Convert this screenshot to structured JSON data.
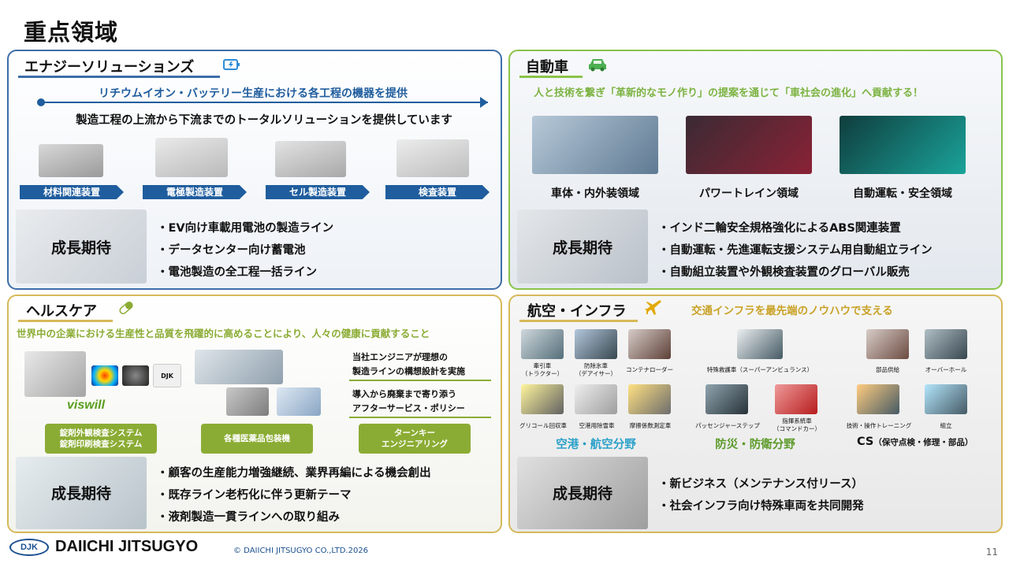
{
  "page": {
    "title": "重点領域",
    "page_number": "11"
  },
  "energy": {
    "title": "エナジーソリューションズ",
    "banner": "リチウムイオン・バッテリー生産における各工程の機器を提供",
    "subtitle": "製造工程の上流から下流までのトータルソリューションを提供しています",
    "steps": [
      "材料関連装置",
      "電極製造装置",
      "セル製造装置",
      "検査装置"
    ],
    "growth_label": "成長期待",
    "bullets": [
      "・EV向け車載用電池の製造ライン",
      "・データセンター向け蓄電池",
      "・電池製造の全工程一括ライン"
    ]
  },
  "auto": {
    "title": "自動車",
    "tagline": "人と技術を繋ぎ「革新的なモノ作り」の提案を通じて「車社会の進化」へ貢献する！",
    "domains": [
      "車体・内外装領域",
      "パワートレイン領域",
      "自動運転・安全領域"
    ],
    "growth_label": "成長期待",
    "bullets": [
      "・インド二輪安全規格強化によるABS関連装置",
      "・自動運転・先進運転支援システム用自動組立ライン",
      "・自動組立装置や外観検査装置のグローバル販売"
    ]
  },
  "health": {
    "title": "ヘルスケア",
    "tagline": "世界中の企業における生産性と品質を飛躍的に高めることにより、人々の健康に貢献すること",
    "logo_text": "viswill",
    "badge_text": "DJK",
    "note1_line1": "当社エンジニアが理想の",
    "note1_line2": "製造ラインの構想設計を実施",
    "note2_line1": "導入から廃棄まで寄り添う",
    "note2_line2": "アフターサービス・ポリシー",
    "btn1_line1": "錠剤外観検査システム",
    "btn1_line2": "錠剤印刷検査システム",
    "btn2": "各種医薬品包装機",
    "btn3_line1": "ターンキー",
    "btn3_line2": "エンジニアリング",
    "growth_label": "成長期待",
    "bullets": [
      "・顧客の生産能力増強継続、業界再編による機会創出",
      "・既存ライン老朽化に伴う更新テーマ",
      "・液剤製造一貫ラインへの取り組み"
    ]
  },
  "air": {
    "title": "航空・インフラ",
    "tagline": "交通インフラを最先端のノウハウで支える",
    "items": [
      {
        "line1": "牽引車",
        "line2": "（トラクター）"
      },
      {
        "line1": "防除氷車",
        "line2": "（デアイサー）"
      },
      {
        "line1": "コンテナローダー",
        "line2": ""
      },
      {
        "line1": "特殊救護車（スーパーアンビュランス）",
        "line2": ""
      },
      {
        "line1": "部品供給",
        "line2": ""
      },
      {
        "line1": "オーバーホール",
        "line2": ""
      },
      {
        "line1": "グリコール回収車",
        "line2": ""
      },
      {
        "line1": "空港用除雪車",
        "line2": ""
      },
      {
        "line1": "摩擦係数測定車",
        "line2": ""
      },
      {
        "line1": "パッセンジャーステップ",
        "line2": ""
      },
      {
        "line1": "指揮系統車",
        "line2": "（コマンドカー）"
      },
      {
        "line1": "技術・操作トレーニング",
        "line2": ""
      },
      {
        "line1": "組立",
        "line2": ""
      }
    ],
    "cat1": "空港・航空分野",
    "cat2": "防災・防衛分野",
    "cat3_main": "CS",
    "cat3_sub": "（保守点検・修理・部品）",
    "growth_label": "成長期待",
    "bullets": [
      "・新ビジネス（メンテナンス付リース）",
      "・社会インフラ向け特殊車両を共同開発"
    ]
  },
  "footer": {
    "logo_mark": "DJK",
    "brand": "DAIICHI JITSUGYO",
    "copyright": "© DAIICHI JITSUGYO CO.,LTD.2026"
  },
  "colors": {
    "energy_blue": "#1f5d9e",
    "auto_green": "#8bc34a",
    "gold": "#d7b95a",
    "health_green": "#8bac34",
    "air_gold": "#c9a227",
    "cat_blue": "#2aa0c9",
    "cat_green": "#5c9a2a"
  }
}
